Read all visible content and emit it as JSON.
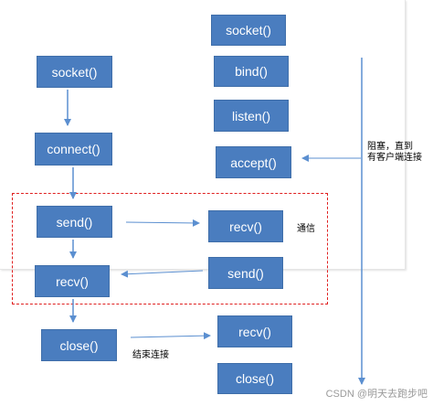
{
  "client": {
    "socket": "socket()",
    "connect": "connect()",
    "send": "send()",
    "recv": "recv()",
    "close": "close()"
  },
  "server": {
    "socket": "socket()",
    "bind": "bind()",
    "listen": "listen()",
    "accept": "accept()",
    "recv": "recv()",
    "send": "send()",
    "recv2": "recv()",
    "close": "close()"
  },
  "labels": {
    "block_line1": "阻塞，直到",
    "block_line2": "有客户端连接",
    "communication": "通信",
    "end_connection": "结束连接"
  },
  "watermark": "CSDN @明天去跑步吧",
  "colors": {
    "box_fill": "#4a7dbf",
    "box_border": "#3f6ea9",
    "arrow": "#5b8fd0",
    "dashed_border": "#e02020"
  }
}
